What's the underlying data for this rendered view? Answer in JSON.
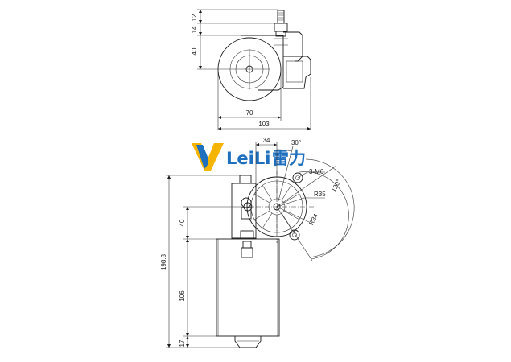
{
  "logo": {
    "brand_latin": "LeiLi",
    "brand_chinese": "雷力",
    "colors": {
      "blue": "#1f6fbf",
      "yellow": "#f5b400"
    }
  },
  "top_view": {
    "dims": {
      "d12": "12",
      "d14": "14",
      "d40": "40",
      "d70": "70",
      "d103": "103"
    }
  },
  "front_view": {
    "dims": {
      "d34": "34",
      "d30deg": "30°",
      "holes": "3-M6",
      "angle120": "120°",
      "r35": "R35",
      "r34": "R34",
      "d40": "40",
      "total": "198.8",
      "d106": "106",
      "d17": "17"
    }
  },
  "colors": {
    "line": "#1a1a1a",
    "background": "#ffffff"
  }
}
